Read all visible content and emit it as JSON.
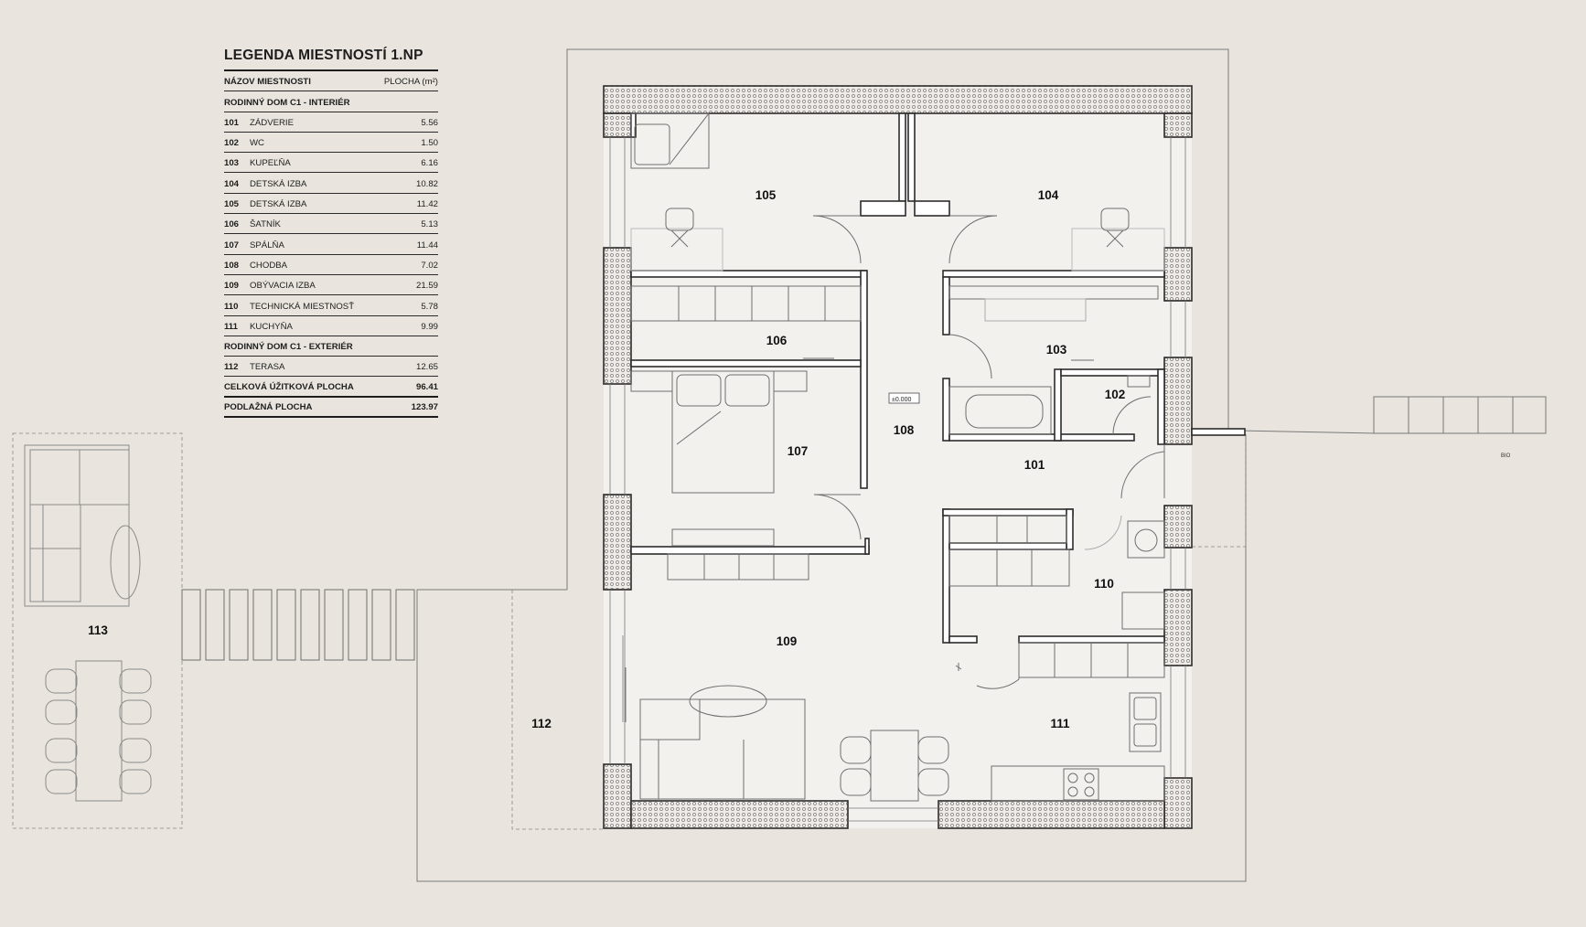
{
  "legend": {
    "title": "LEGENDA MIESTNOSTÍ 1.NP",
    "header": {
      "name": "NÁZOV MIESTNOSTI",
      "area": "PLOCHA (m²)"
    },
    "interior_section": "RODINNÝ DOM C1 - INTERIÉR",
    "interior_rooms": [
      {
        "code": "101",
        "name": "ZÁDVERIE",
        "area": "5.56"
      },
      {
        "code": "102",
        "name": "WC",
        "area": "1.50"
      },
      {
        "code": "103",
        "name": "KUPEĽŇA",
        "area": "6.16"
      },
      {
        "code": "104",
        "name": "DETSKÁ IZBA",
        "area": "10.82"
      },
      {
        "code": "105",
        "name": "DETSKÁ IZBA",
        "area": "11.42"
      },
      {
        "code": "106",
        "name": "ŠATNÍK",
        "area": "5.13"
      },
      {
        "code": "107",
        "name": "SPÁLŇA",
        "area": "11.44"
      },
      {
        "code": "108",
        "name": "CHODBA",
        "area": "7.02"
      },
      {
        "code": "109",
        "name": "OBÝVACIA IZBA",
        "area": "21.59"
      },
      {
        "code": "110",
        "name": "TECHNICKÁ MIESTNOSŤ",
        "area": "5.78"
      },
      {
        "code": "111",
        "name": "KUCHYŇA",
        "area": "9.99"
      }
    ],
    "exterior_section": "RODINNÝ DOM C1 - EXTERIÉR",
    "exterior_rooms": [
      {
        "code": "112",
        "name": "TERASA",
        "area": "12.65"
      }
    ],
    "total_usable": {
      "label": "CELKOVÁ ÚŽITKOVÁ PLOCHA",
      "value": "96.41"
    },
    "floor_area": {
      "label": "PODLAŽNÁ PLOCHA",
      "value": "123.97"
    }
  },
  "plan": {
    "room_labels": {
      "r101": "101",
      "r102": "102",
      "r103": "103",
      "r104": "104",
      "r105": "105",
      "r106": "106",
      "r107": "107",
      "r108": "108",
      "r109": "109",
      "r110": "110",
      "r111": "111",
      "r112": "112",
      "r113": "113"
    },
    "level_mark": "±0.000",
    "bio_label": "BIO"
  },
  "colors": {
    "background": "#e9e5de",
    "interior": "#f3f1ee",
    "walls": "#2c2c2c",
    "lines": "#555555"
  }
}
